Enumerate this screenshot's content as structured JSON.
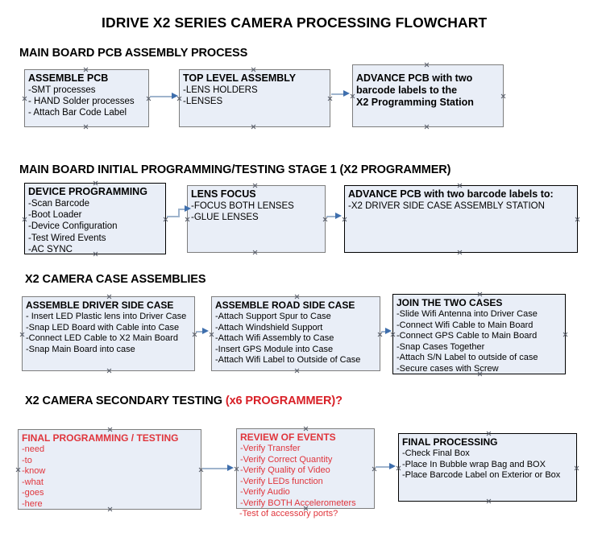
{
  "document": {
    "title": "IDRIVE X2  SERIES CAMERA PROCESSING FLOWCHART"
  },
  "sections": [
    {
      "id": "main-board-pcb-assembly",
      "header": "MAIN BOARD PCB ASSEMBLY PROCESS",
      "header_accent": ""
    },
    {
      "id": "main-board-initial-programming",
      "header": "MAIN BOARD INITIAL PROGRAMMING/TESTING STAGE 1 (X2 PROGRAMMER)",
      "header_accent": ""
    },
    {
      "id": "x2-camera-case-assemblies",
      "header": "X2 CAMERA CASE ASSEMBLIES",
      "header_accent": ""
    },
    {
      "id": "x2-camera-secondary-testing",
      "header": "X2 CAMERA SECONDARY TESTING ",
      "header_accent": "(x6 PROGRAMMER)?"
    }
  ],
  "nodes": {
    "assemble_pcb": {
      "title": "ASSEMBLE PCB",
      "lines": [
        "-SMT processes",
        "- HAND Solder processes",
        "- Attach Bar Code Label"
      ]
    },
    "top_level_assembly": {
      "title": "TOP LEVEL ASSEMBLY",
      "lines": [
        "-LENS HOLDERS",
        "-LENSES"
      ]
    },
    "advance_pcb_station": {
      "title": "ADVANCE PCB with two",
      "title2": "barcode labels to the",
      "title3": " X2 Programming Station",
      "lines": []
    },
    "device_programming": {
      "title": "DEVICE PROGRAMMING",
      "lines": [
        "-Scan Barcode",
        "-Boot Loader",
        "-Device Configuration",
        "-Test Wired Events",
        "-AC SYNC"
      ]
    },
    "lens_focus": {
      "title": "LENS FOCUS",
      "lines": [
        "-FOCUS BOTH LENSES",
        "-GLUE LENSES"
      ]
    },
    "advance_pcb_driver_side": {
      "title": "ADVANCE PCB with two barcode labels to:",
      "lines": [
        "-X2 DRIVER  SIDE  CASE  ASSEMBLY STATION"
      ]
    },
    "assemble_driver_side_case": {
      "title": "ASSEMBLE DRIVER SIDE CASE",
      "lines": [
        "- Insert LED Plastic lens into Driver Case",
        "-Snap LED Board with Cable into Case",
        "-Connect LED Cable to X2 Main Board",
        "-Snap Main Board into case"
      ]
    },
    "assemble_road_side_case": {
      "title": "ASSEMBLE ROAD SIDE CASE",
      "lines": [
        "-Attach Support Spur to Case",
        "-Attach Windshield Support",
        "-Attach Wifi Assembly to Case",
        "-Insert GPS Module into Case",
        "-Attach Wifi Label to Outside of Case"
      ]
    },
    "join_the_two_cases": {
      "title": "JOIN THE TWO CASES",
      "lines": [
        "-Slide Wifi Antenna into Driver Case",
        "-Connect Wifi Cable to Main Board",
        "-Connect GPS Cable to Main Board",
        "-Snap Cases Together",
        "-Attach S/N Label to outside of case",
        "-Secure cases with Screw"
      ]
    },
    "final_programming_testing": {
      "title": "FINAL PROGRAMMING / TESTING",
      "lines": [
        "-need",
        "-to",
        "-know",
        "-what",
        "-goes",
        "-here"
      ]
    },
    "review_of_events": {
      "title": "REVIEW OF EVENTS",
      "lines": [
        "-Verify Transfer",
        "-Verify Correct Quantity",
        "-Verify Quality of Video",
        "-Verify LEDs function",
        "-Verify Audio",
        "-Verify BOTH Accelerometers"
      ],
      "overflow_line": "-Test of accessory ports?"
    },
    "final_processing": {
      "title": "FINAL PROCESSING",
      "lines": [
        "-Check Final Box",
        "-Place In Bubble wrap Bag and BOX",
        "-Place Barcode Label on Exterior or Box"
      ]
    }
  },
  "colors": {
    "node_fill": "#e9eef7",
    "node_border": "#7d7d7d",
    "node_border_dark": "#000000",
    "accent_red": "#d81f26",
    "text_red": "#e0353c",
    "connector_line": "#9fb4cd",
    "connector_arrow": "#3f6fad",
    "handle": "#555b66"
  }
}
